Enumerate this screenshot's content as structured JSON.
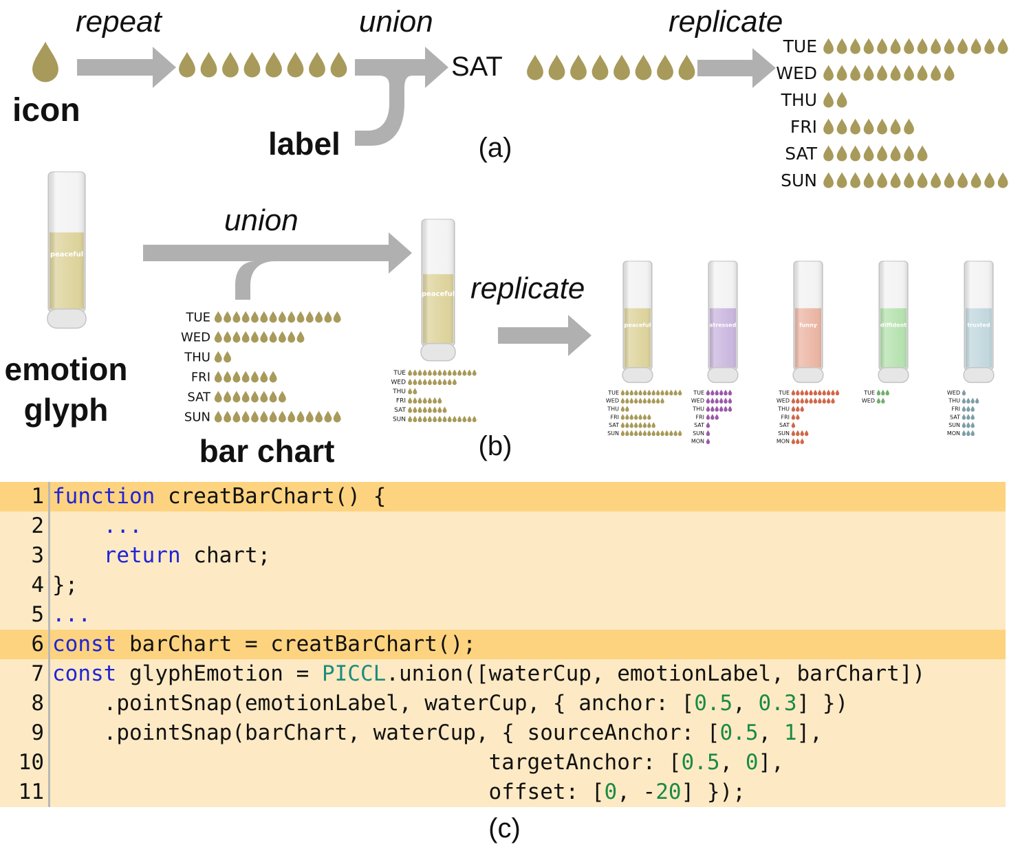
{
  "panel_a": {
    "icon_label": "icon",
    "repeat_label": "repeat",
    "union_label": "union",
    "replicate_label": "replicate",
    "label_label": "label",
    "sat_label": "SAT",
    "caption": "(a)",
    "bar_chart": {
      "days": [
        "TUE",
        "WED",
        "THU",
        "FRI",
        "SAT",
        "SUN"
      ],
      "counts": [
        14,
        10,
        2,
        7,
        8,
        14
      ]
    }
  },
  "panel_b": {
    "emotion_glyph_line1": "emotion",
    "emotion_glyph_line2": "glyph",
    "union_label": "union",
    "replicate_label": "replicate",
    "bar_chart_label": "bar chart",
    "caption": "(b)",
    "emotion_label": "peaceful",
    "bar_chart": {
      "days": [
        "TUE",
        "WED",
        "THU",
        "FRI",
        "SAT",
        "SUN"
      ],
      "counts": [
        14,
        10,
        2,
        7,
        8,
        14
      ]
    },
    "glyphs": [
      {
        "emotion": "peaceful",
        "color": "#a89a5a",
        "liquid": "#ddd39c",
        "days": [
          "TUE",
          "WED",
          "THU",
          "FRI",
          "SAT",
          "SUN"
        ],
        "counts": [
          14,
          10,
          2,
          7,
          8,
          14
        ]
      },
      {
        "emotion": "stressed",
        "color": "#9a5aa8",
        "liquid": "#cbb7df",
        "days": [
          "TUE",
          "WED",
          "THU",
          "FRI",
          "SAT",
          "SUN",
          "MON"
        ],
        "counts": [
          6,
          6,
          6,
          3,
          1,
          1,
          1
        ]
      },
      {
        "emotion": "funny",
        "color": "#d0674a",
        "liquid": "#ecb6a4",
        "days": [
          "TUE",
          "WED",
          "THU",
          "FRI",
          "SAT",
          "SUN",
          "MON"
        ],
        "counts": [
          11,
          10,
          3,
          2,
          1,
          4,
          3
        ]
      },
      {
        "emotion": "diffident",
        "color": "#6fb06c",
        "liquid": "#b6e2b0",
        "days": [
          "TUE",
          "WED"
        ],
        "counts": [
          3,
          2
        ]
      },
      {
        "emotion": "trusted",
        "color": "#7e9ea6",
        "liquid": "#c2d8de",
        "days": [
          "WED",
          "THU",
          "FRI",
          "SAT",
          "SUN",
          "MON"
        ],
        "counts": [
          1,
          4,
          3,
          3,
          3,
          3
        ]
      }
    ]
  },
  "icon_color": "#a89a5a",
  "code": {
    "caption": "(c)",
    "lines": [
      {
        "num": "1",
        "highlight": true,
        "tokens": [
          {
            "t": "function",
            "c": "kw"
          },
          {
            "t": " creatBarChart() {",
            "c": ""
          }
        ]
      },
      {
        "num": "2",
        "highlight": false,
        "tokens": [
          {
            "t": "    ",
            "c": ""
          },
          {
            "t": "...",
            "c": "kw"
          }
        ]
      },
      {
        "num": "3",
        "highlight": false,
        "tokens": [
          {
            "t": "    ",
            "c": ""
          },
          {
            "t": "return",
            "c": "kw"
          },
          {
            "t": " chart;",
            "c": ""
          }
        ]
      },
      {
        "num": "4",
        "highlight": false,
        "tokens": [
          {
            "t": "};",
            "c": ""
          }
        ]
      },
      {
        "num": "5",
        "highlight": false,
        "tokens": [
          {
            "t": "...",
            "c": "kw"
          }
        ]
      },
      {
        "num": "6",
        "highlight": true,
        "tokens": [
          {
            "t": "const",
            "c": "kw"
          },
          {
            "t": " barChart = creatBarChart();",
            "c": ""
          }
        ]
      },
      {
        "num": "7",
        "highlight": false,
        "tokens": [
          {
            "t": "const",
            "c": "kw"
          },
          {
            "t": " glyphEmotion = ",
            "c": ""
          },
          {
            "t": "PICCL",
            "c": "cls"
          },
          {
            "t": ".union([waterCup, emotionLabel, barChart])",
            "c": ""
          }
        ]
      },
      {
        "num": "8",
        "highlight": false,
        "tokens": [
          {
            "t": "    .pointSnap(emotionLabel, waterCup, { anchor: [",
            "c": ""
          },
          {
            "t": "0.5",
            "c": "num"
          },
          {
            "t": ", ",
            "c": ""
          },
          {
            "t": "0.3",
            "c": "num"
          },
          {
            "t": "] })",
            "c": ""
          }
        ]
      },
      {
        "num": "9",
        "highlight": false,
        "tokens": [
          {
            "t": "    .pointSnap(barChart, waterCup, { sourceAnchor: [",
            "c": ""
          },
          {
            "t": "0.5",
            "c": "num"
          },
          {
            "t": ", ",
            "c": ""
          },
          {
            "t": "1",
            "c": "num"
          },
          {
            "t": "],",
            "c": ""
          }
        ]
      },
      {
        "num": "10",
        "highlight": false,
        "tokens": [
          {
            "t": "                                  targetAnchor: [",
            "c": ""
          },
          {
            "t": "0.5",
            "c": "num"
          },
          {
            "t": ", ",
            "c": ""
          },
          {
            "t": "0",
            "c": "num"
          },
          {
            "t": "],",
            "c": ""
          }
        ]
      },
      {
        "num": "11",
        "highlight": false,
        "tokens": [
          {
            "t": "                                  offset: [",
            "c": ""
          },
          {
            "t": "0",
            "c": "num"
          },
          {
            "t": ", -",
            "c": ""
          },
          {
            "t": "20",
            "c": "num"
          },
          {
            "t": "] });",
            "c": ""
          }
        ]
      }
    ]
  }
}
